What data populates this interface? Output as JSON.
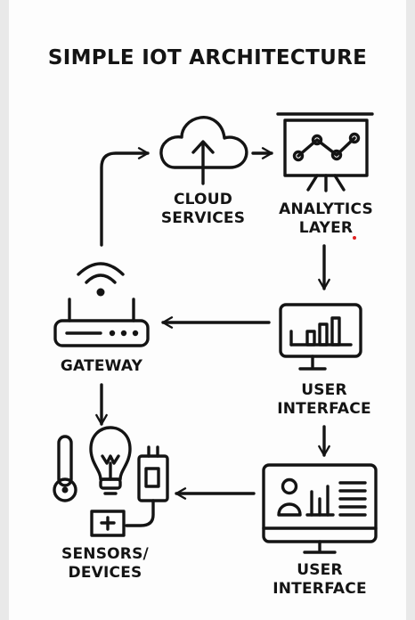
{
  "title": "SIMPLE IOT ARCHITECTURE",
  "nodes": {
    "cloud": {
      "line1": "CLOUD",
      "line2": "SERVICES",
      "icon": "cloud-upload-icon"
    },
    "analytics": {
      "line1": "ANALYTICS",
      "line2": "LAYER",
      "icon": "presentation-chart-icon"
    },
    "gateway": {
      "line1": "GATEWAY",
      "icon": "router-icon"
    },
    "user_interface_1": {
      "line1": "USER",
      "line2": "INTERFACE",
      "icon": "monitor-chart-icon"
    },
    "user_interface_2": {
      "line1": "USER",
      "line2": "INTERFACE",
      "icon": "monitor-dashboard-icon"
    },
    "sensors": {
      "line1": "SENSORS/",
      "line2": "DEVICES",
      "icon": "sensor-devices-icon"
    }
  },
  "colors": {
    "ink": "#141414",
    "background": "#fdfdfd",
    "accent_dot": "#e02020"
  }
}
